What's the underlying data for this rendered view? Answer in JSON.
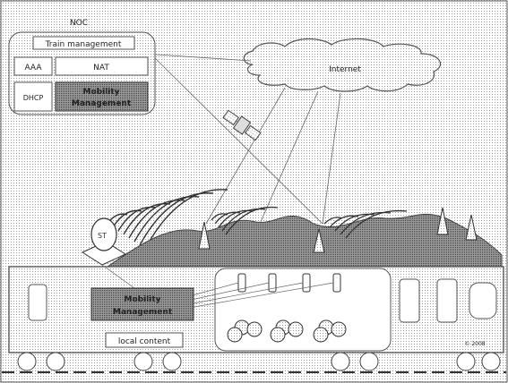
{
  "noc": {
    "title": "NOC",
    "train_management": "Train management",
    "aaa": "AAA",
    "nat": "NAT",
    "dhcp": "DHCP",
    "mobility_management": [
      "Mobility",
      "Management"
    ]
  },
  "cloud": {
    "label": "Internet"
  },
  "train": {
    "mobility_management": [
      "Mobility",
      "Management"
    ],
    "local_content": "local content",
    "copyright": "© 2008"
  },
  "colors": {
    "hatch": "#d9d9d9",
    "line": "#444444",
    "dark_box": "#777777",
    "light_box": "#ffffff"
  }
}
